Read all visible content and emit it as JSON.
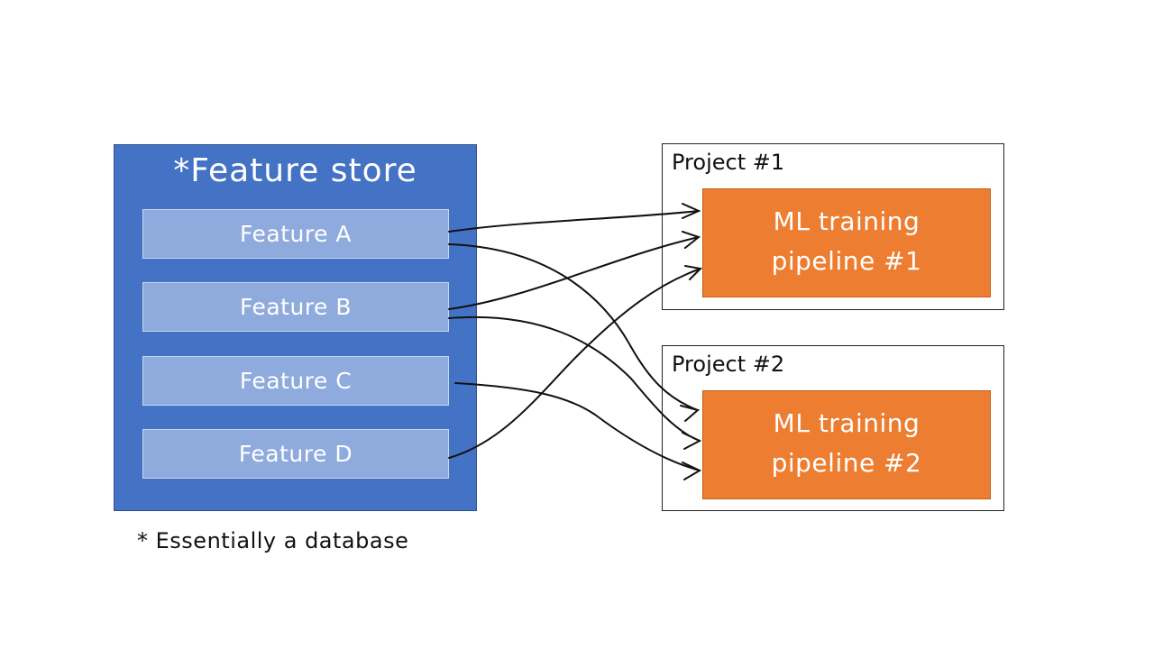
{
  "feature_store": {
    "title": "*Feature store",
    "features": [
      {
        "label": "Feature A"
      },
      {
        "label": "Feature B"
      },
      {
        "label": "Feature C"
      },
      {
        "label": "Feature D"
      }
    ]
  },
  "projects": [
    {
      "label": "Project #1",
      "pipeline_line1": "ML training",
      "pipeline_line2": "pipeline #1"
    },
    {
      "label": "Project #2",
      "pipeline_line1": "ML training",
      "pipeline_line2": "pipeline #2"
    }
  ],
  "footnote": "* Essentially a database",
  "colors": {
    "store": "#4472c4",
    "feature": "#8faadc",
    "pipeline": "#ed7d31",
    "arrow": "#111111"
  }
}
